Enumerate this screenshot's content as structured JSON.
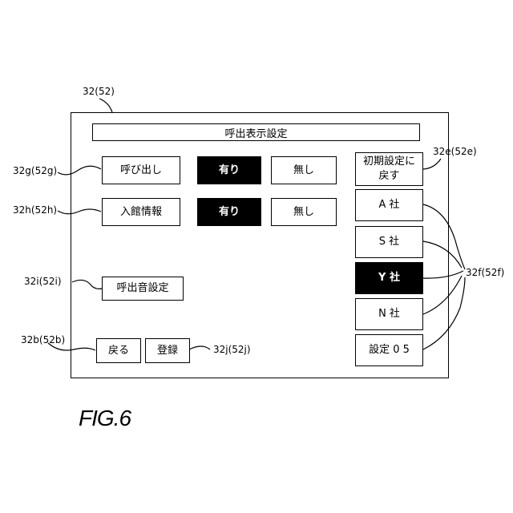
{
  "screen": {
    "title": "呼出表示設定",
    "rows": [
      {
        "label": "呼び出し",
        "yes": "有り",
        "no": "無し",
        "selected": "yes"
      },
      {
        "label": "入館情報",
        "yes": "有り",
        "no": "無し",
        "selected": "yes"
      }
    ],
    "sound_button": "呼出音設定",
    "back_button": "戻る",
    "register_button": "登録",
    "reset_button": "初期設定に\n戻す",
    "companies": [
      {
        "label": "A 社",
        "selected": false
      },
      {
        "label": "S 社",
        "selected": false
      },
      {
        "label": "Y 社",
        "selected": true
      },
      {
        "label": "N 社",
        "selected": false
      },
      {
        "label": "設定 0 5",
        "selected": false
      }
    ]
  },
  "refs": {
    "screen": "32(52)",
    "call": "32g(52g)",
    "entry": "32h(52h)",
    "sound": "32i(52i)",
    "back": "32b(52b)",
    "register": "32j(52j)",
    "reset": "32e(52e)",
    "companies": "32f(52f)"
  },
  "figure_label": "FIG.6"
}
